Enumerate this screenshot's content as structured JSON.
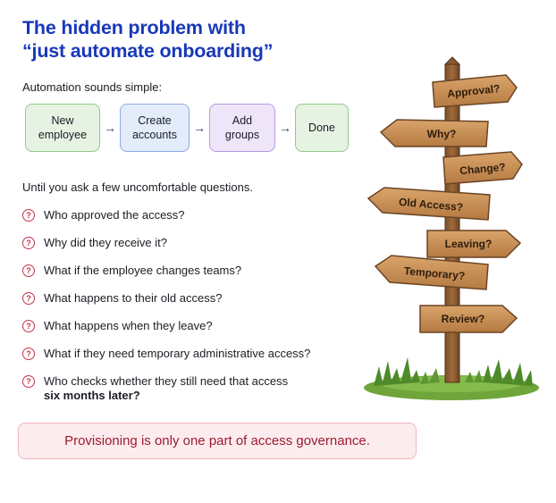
{
  "header": {
    "title_line1": "The hidden problem with",
    "title_line2": "“just automate onboarding”"
  },
  "intro": "Automation sounds simple:",
  "flow": {
    "steps": [
      {
        "line1": "New",
        "line2": "employee"
      },
      {
        "line1": "Create",
        "line2": "accounts"
      },
      {
        "line1": "Add",
        "line2": "groups"
      },
      {
        "line1": "Done",
        "line2": ""
      }
    ],
    "arrow": "→"
  },
  "lead": "Until you ask a few uncomfortable questions.",
  "questions": {
    "icon": "?",
    "items": [
      "Who approved the access?",
      "Why did they receive it?",
      "What if the employee changes teams?",
      "What happens to their old access?",
      "What happens when they leave?",
      "What if they need temporary administrative access?"
    ],
    "last_line1": "Who checks whether they still need that access",
    "last_bold": "six months later?"
  },
  "callout": "Provisioning is only one part of access governance.",
  "signpost": {
    "signs": [
      "Approval?",
      "Why?",
      "Change?",
      "Old Access?",
      "Leaving?",
      "Temporary?",
      "Review?"
    ]
  },
  "colors": {
    "title": "#1838b8",
    "question_icon": "#c8314a",
    "callout_text": "#9b1b32",
    "callout_bg": "#fdecee",
    "wood": "#c98e55"
  }
}
